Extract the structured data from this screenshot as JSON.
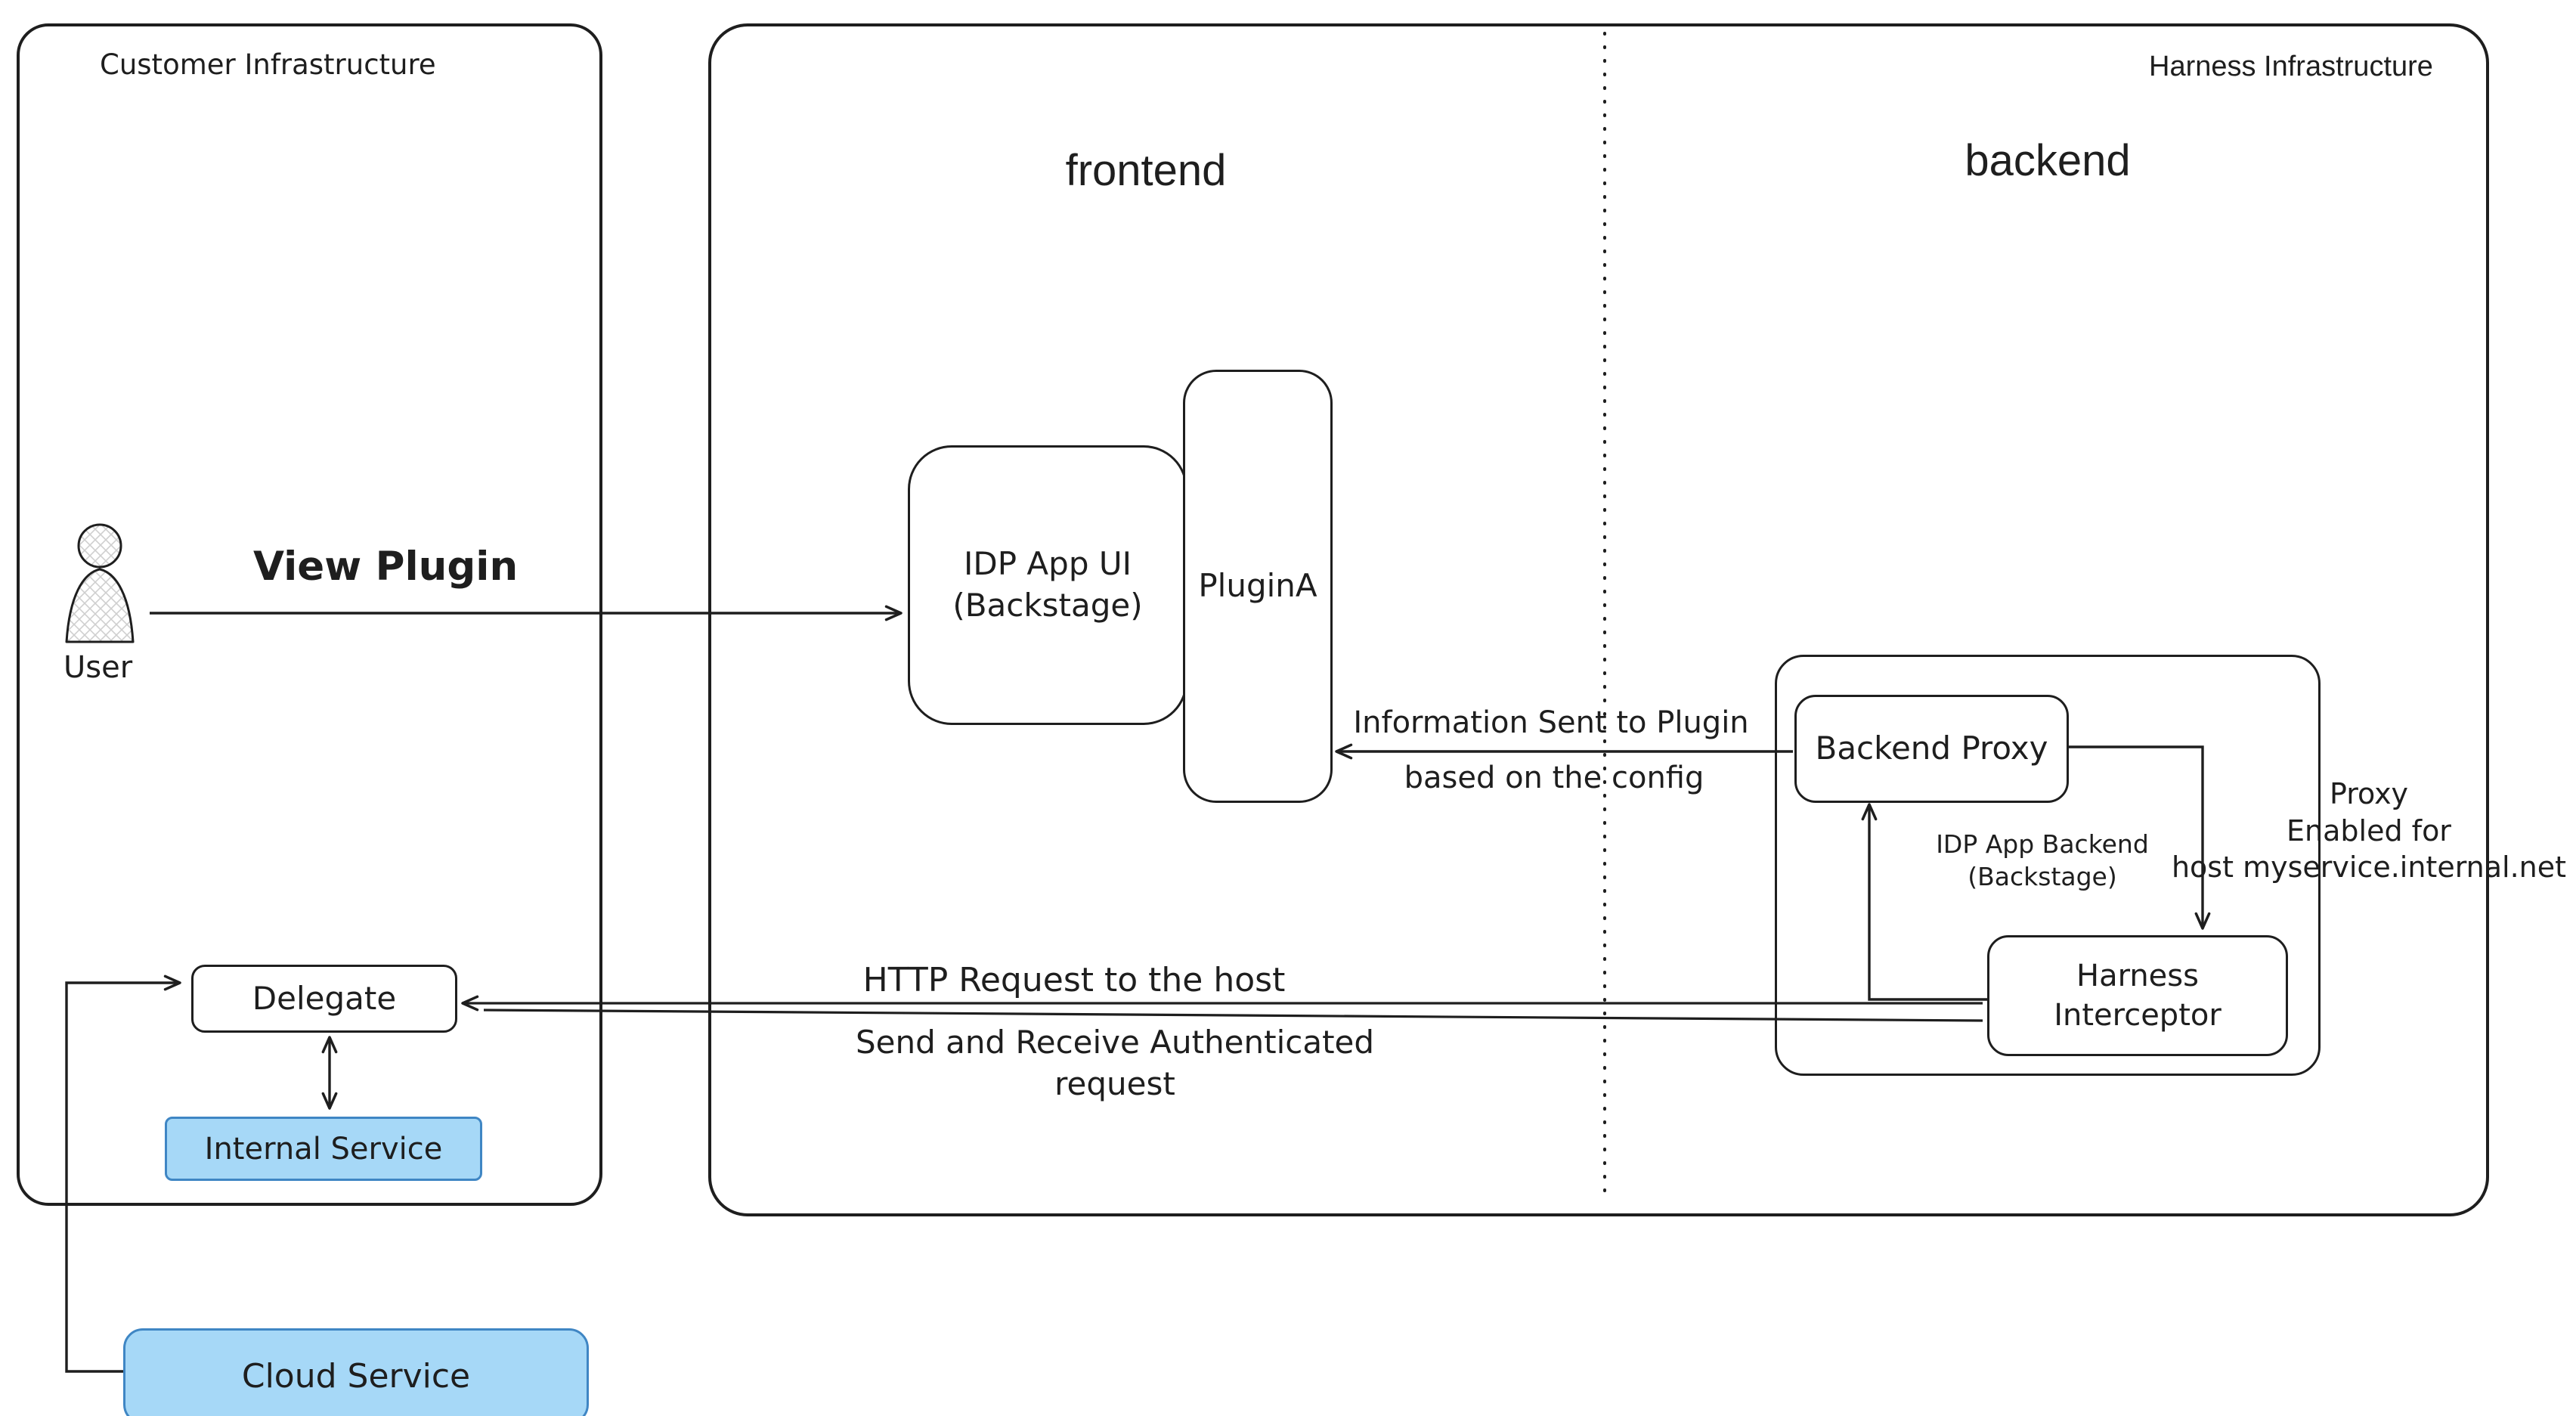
{
  "colors": {
    "stroke": "#1e1e1e",
    "service_fill": "#a6d8f7",
    "service_border": "#3f86c4"
  },
  "customer": {
    "title": "Customer Infrastructure",
    "user": "User",
    "view_plugin": "View Plugin",
    "delegate": "Delegate",
    "internal_service": "Internal Service",
    "cloud_service": "Cloud Service"
  },
  "harness": {
    "title": "Harness Infrastructure",
    "frontend": "frontend",
    "backend": "backend",
    "idp_app_ui": "IDP App UI\n(Backstage)",
    "plugin_a": "PluginA",
    "backend_proxy": "Backend Proxy",
    "idp_app_backend": "IDP App Backend\n(Backstage)",
    "harness_interceptor": "Harness\nInterceptor",
    "proxy_note": "Proxy\nEnabled for\nhost myservice.internal.net"
  },
  "edges": {
    "information_sent_1": "Information Sent to Plugin",
    "information_sent_2": "based on the config",
    "http_request": "HTTP Request to the host",
    "send_receive": "Send and Receive Authenticated\nrequest"
  }
}
